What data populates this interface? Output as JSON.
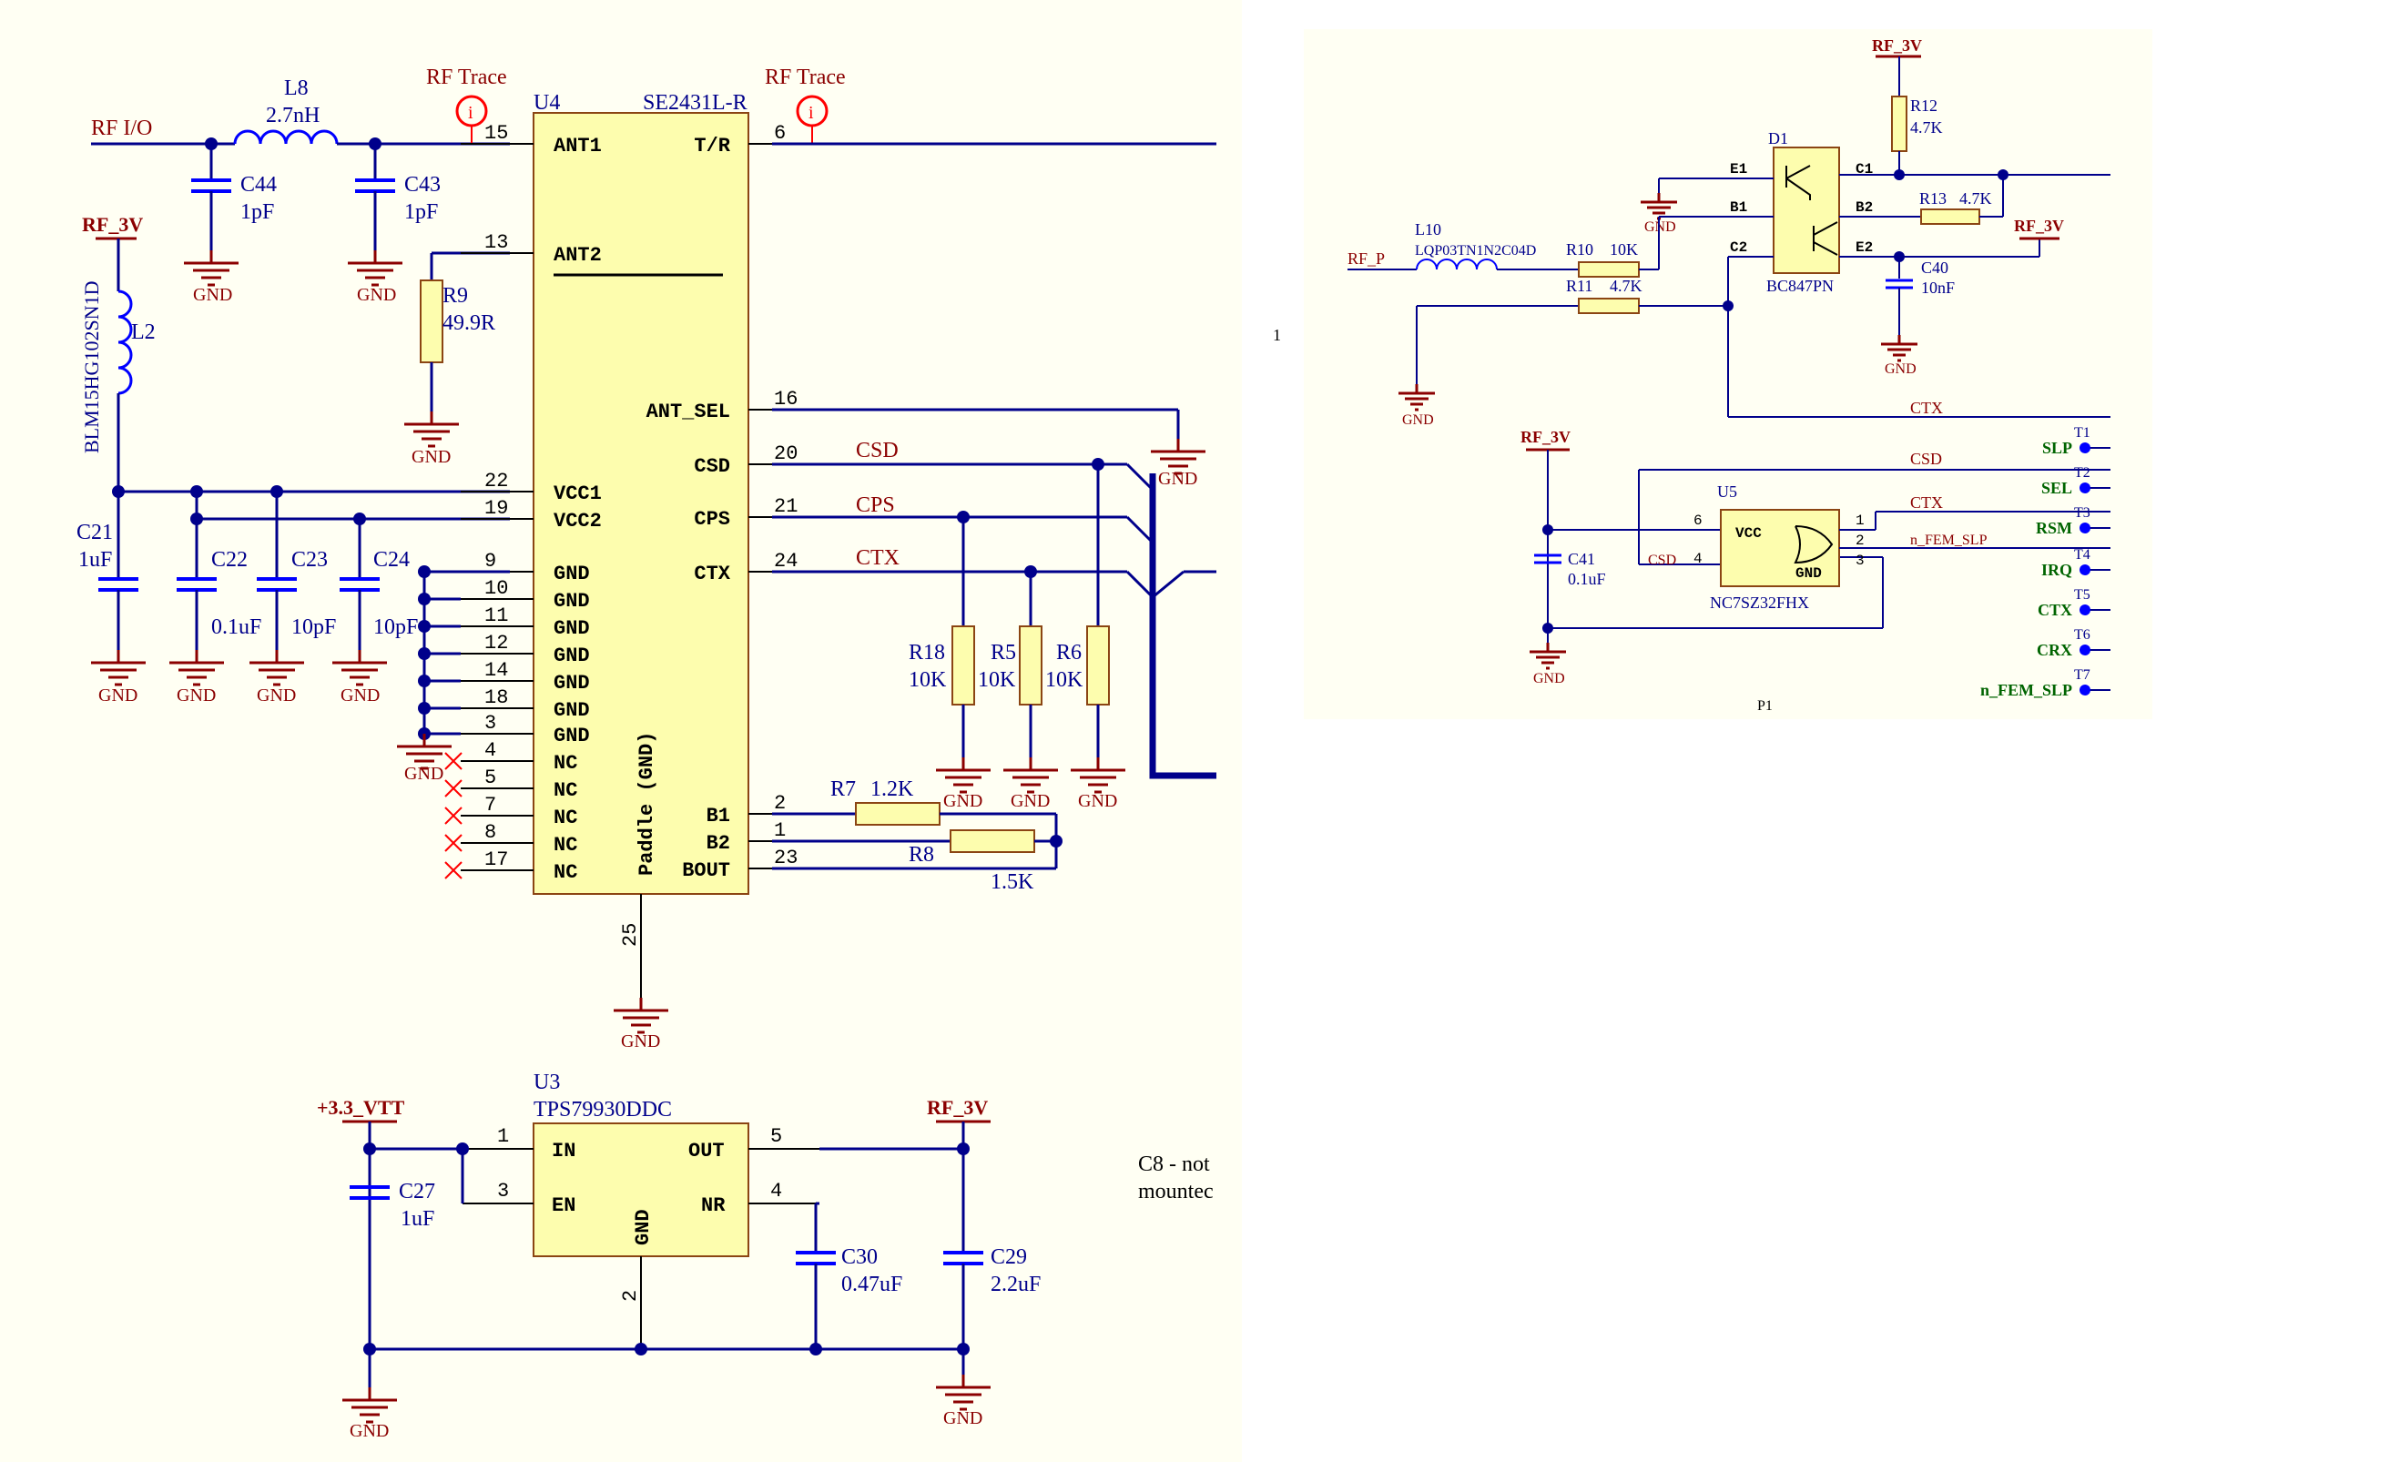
{
  "colors": {
    "wire": "#00008b",
    "component_body": "#fdfdae",
    "net_label": "#8b0000",
    "port_label": "#006400",
    "capacitor": "#0000ff"
  },
  "frontend": {
    "rf_io": "RF I/O",
    "rf_trace_1": "RF Trace",
    "rf_trace_2": "RF Trace",
    "l8_ref": "L8",
    "l8_val": "2.7nH",
    "c44_ref": "C44",
    "c44_val": "1pF",
    "c43_ref": "C43",
    "c43_val": "1pF",
    "r9_ref": "R9",
    "r9_val": "49.9R",
    "l2_ref": "L2",
    "l2_part": "BLM15HG102SN1D",
    "rf3v_left": "RF_3V",
    "c21_ref": "C21",
    "c21_val": "1uF",
    "c22_ref": "C22",
    "c22_val": "0.1uF",
    "c23_ref": "C23",
    "c23_val": "10pF",
    "c24_ref": "C24",
    "c24_val": "10pF",
    "gnd": "GND"
  },
  "u4": {
    "ref": "U4",
    "part": "SE2431L-R",
    "left_pins": [
      {
        "num": "15",
        "name": "ANT1"
      },
      {
        "num": "13",
        "name": "ANT2"
      },
      {
        "num": "22",
        "name": "VCC1"
      },
      {
        "num": "19",
        "name": "VCC2"
      },
      {
        "num": "9",
        "name": "GND"
      },
      {
        "num": "10",
        "name": "GND"
      },
      {
        "num": "11",
        "name": "GND"
      },
      {
        "num": "12",
        "name": "GND"
      },
      {
        "num": "14",
        "name": "GND"
      },
      {
        "num": "18",
        "name": "GND"
      },
      {
        "num": "3",
        "name": "GND"
      },
      {
        "num": "4",
        "name": "NC"
      },
      {
        "num": "5",
        "name": "NC"
      },
      {
        "num": "7",
        "name": "NC"
      },
      {
        "num": "8",
        "name": "NC"
      },
      {
        "num": "17",
        "name": "NC"
      }
    ],
    "right_pins": [
      {
        "num": "6",
        "name": "T/R"
      },
      {
        "num": "16",
        "name": "ANT_SEL"
      },
      {
        "num": "20",
        "name": "CSD"
      },
      {
        "num": "21",
        "name": "CPS"
      },
      {
        "num": "24",
        "name": "CTX"
      },
      {
        "num": "2",
        "name": "B1"
      },
      {
        "num": "1",
        "name": "B2"
      },
      {
        "num": "23",
        "name": "BOUT"
      }
    ],
    "paddle": "Paddle (GND)",
    "paddle_pin": "25"
  },
  "bias": {
    "csd": "CSD",
    "cps": "CPS",
    "ctx": "CTX",
    "r18_ref": "R18",
    "r18_val": "10K",
    "r5_ref": "R5",
    "r5_val": "10K",
    "r6_ref": "R6",
    "r6_val": "10K",
    "r7_ref": "R7",
    "r7_val": "1.2K",
    "r8_ref": "R8",
    "r8_val": "1.5K"
  },
  "u3": {
    "ref": "U3",
    "part": "TPS79930DDC",
    "pins": [
      {
        "num": "1",
        "name": "IN"
      },
      {
        "num": "3",
        "name": "EN"
      },
      {
        "num": "5",
        "name": "OUT"
      },
      {
        "num": "4",
        "name": "NR"
      },
      {
        "num": "2",
        "name": "GND"
      }
    ],
    "vtt": "+3.3_VTT",
    "rf3v": "RF_3V",
    "c27_ref": "C27",
    "c27_val": "1uF",
    "c30_ref": "C30",
    "c30_val": "0.47uF",
    "c29_ref": "C29",
    "c29_val": "2.2uF"
  },
  "note": {
    "line1": "C8 - not",
    "line2": "mountec"
  },
  "right_panel": {
    "rf3v_top": "RF_3V",
    "r12_ref": "R12",
    "r12_val": "4.7K",
    "d1_ref": "D1",
    "d1_part": "BC847PN",
    "e1": "E1",
    "b1": "B1",
    "c2": "C2",
    "c1": "C1",
    "b2": "B2",
    "e2": "E2",
    "r13_ref": "R13",
    "r13_val": "4.7K",
    "rf3v_r13": "RF_3V",
    "l10_ref": "L10",
    "l10_part": "LQP03TN1N2C04D",
    "rf_p": "RF_P",
    "r10_ref": "R10",
    "r10_val": "10K",
    "r11_ref": "R11",
    "r11_val": "4.7K",
    "c40_ref": "C40",
    "c40_val": "10nF",
    "gnd": "GND",
    "ctx": "CTX",
    "stray": "1",
    "rf3v_u5": "RF_3V",
    "csd_top": "CSD",
    "ctx_mid": "CTX",
    "n_fem_slp": "n_FEM_SLP",
    "u5_ref": "U5",
    "u5_part": "NC7SZ32FHX",
    "u5_vcc": "VCC",
    "u5_gnd": "GND",
    "u5_csd": "CSD",
    "u5_pins": [
      "6",
      "4",
      "1",
      "2",
      "3"
    ],
    "c41_ref": "C41",
    "c41_val": "0.1uF",
    "p1": "P1",
    "ports": [
      {
        "tp": "T1",
        "name": "SLP"
      },
      {
        "tp": "T2",
        "name": "SEL"
      },
      {
        "tp": "T3",
        "name": "RSM"
      },
      {
        "tp": "T4",
        "name": "IRQ"
      },
      {
        "tp": "T5",
        "name": "CTX"
      },
      {
        "tp": "T6",
        "name": "CRX"
      },
      {
        "tp": "T7",
        "name": "n_FEM_SLP"
      }
    ]
  }
}
